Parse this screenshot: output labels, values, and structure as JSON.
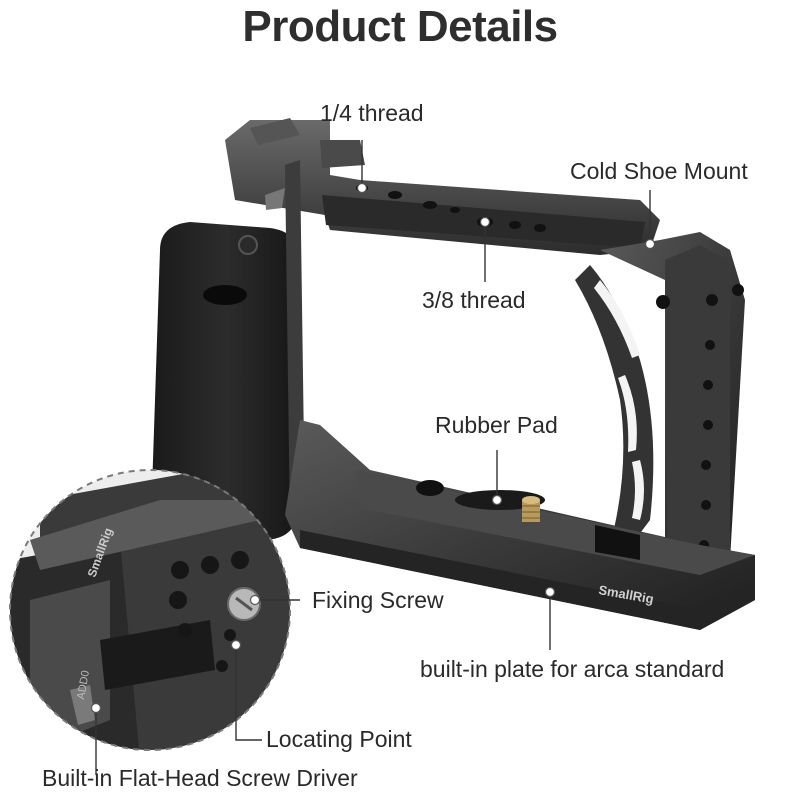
{
  "title": "Product Details",
  "callouts": {
    "quarter_thread": "1/4 thread",
    "cold_shoe_mount": "Cold Shoe Mount",
    "three_eighths_thread": "3/8 thread",
    "rubber_pad": "Rubber Pad",
    "fixing_screw": "Fixing Screw",
    "arca_plate": "built-in plate for arca standard",
    "locating_point": "Locating Point",
    "screw_driver": "Built-in Flat-Head Screw Driver"
  },
  "engraving": {
    "brand": "SmallRig",
    "zoom_brand": "SmallRig",
    "zoom_model": "ADD0"
  }
}
